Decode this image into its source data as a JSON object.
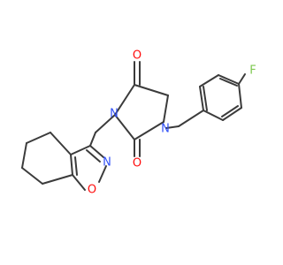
{
  "molecule": {
    "atoms": {
      "o_top": "O",
      "o_bottom": "O",
      "n_right": "N",
      "n_left": "N",
      "f": "F",
      "n_ring": "N",
      "o_ring": "O"
    },
    "colors": {
      "bond": "#3b3b3b",
      "oxygen": "#ff0d0d",
      "nitrogen": "#3050f8",
      "fluorine": "#7ec850"
    }
  }
}
